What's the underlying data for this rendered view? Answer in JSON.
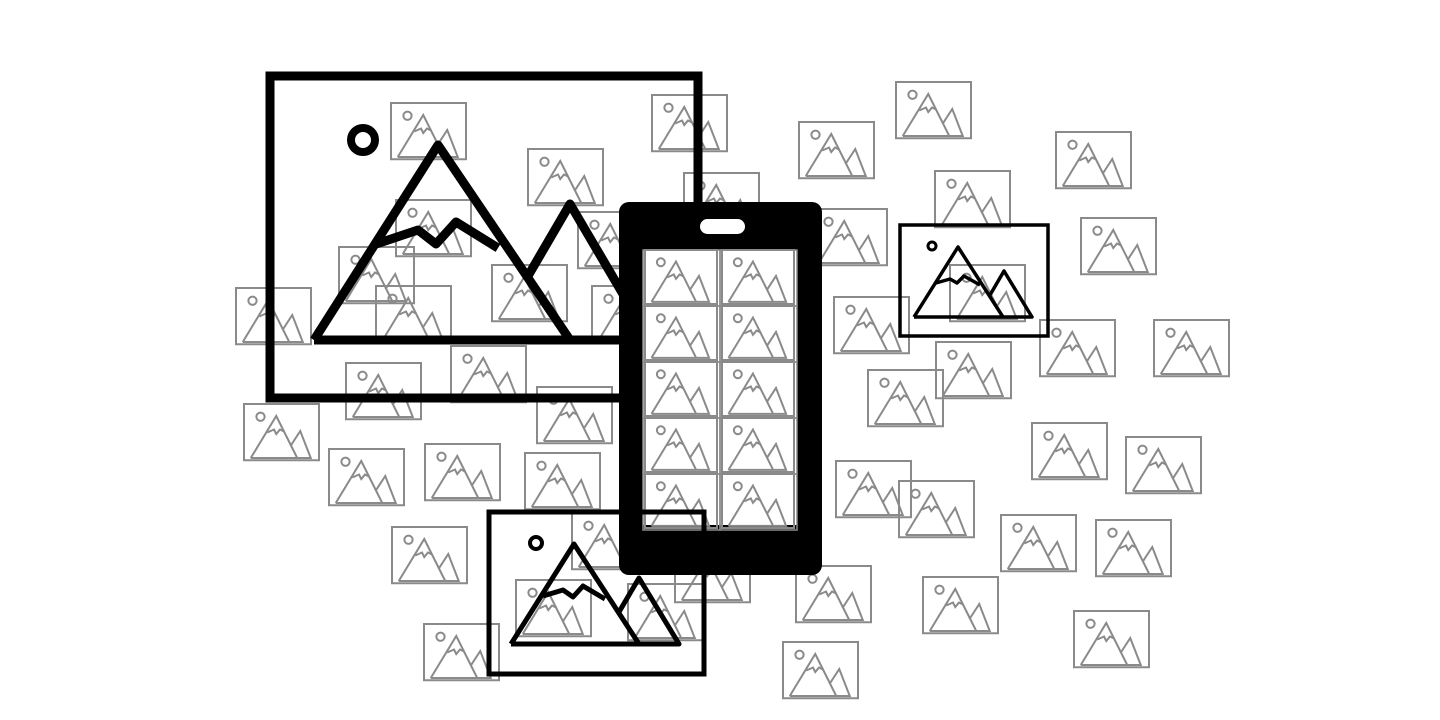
{
  "illustration": {
    "subject": "image-gallery-on-phone",
    "icon": "picture-icon",
    "colors": {
      "background": "#ffffff",
      "primary": "#000000",
      "secondary": "#8a8a8a"
    },
    "phone": {
      "grid_columns": 2,
      "grid_rows": 5
    },
    "scattered_thumbnail_count": 46,
    "featured_picture_count": 3
  }
}
